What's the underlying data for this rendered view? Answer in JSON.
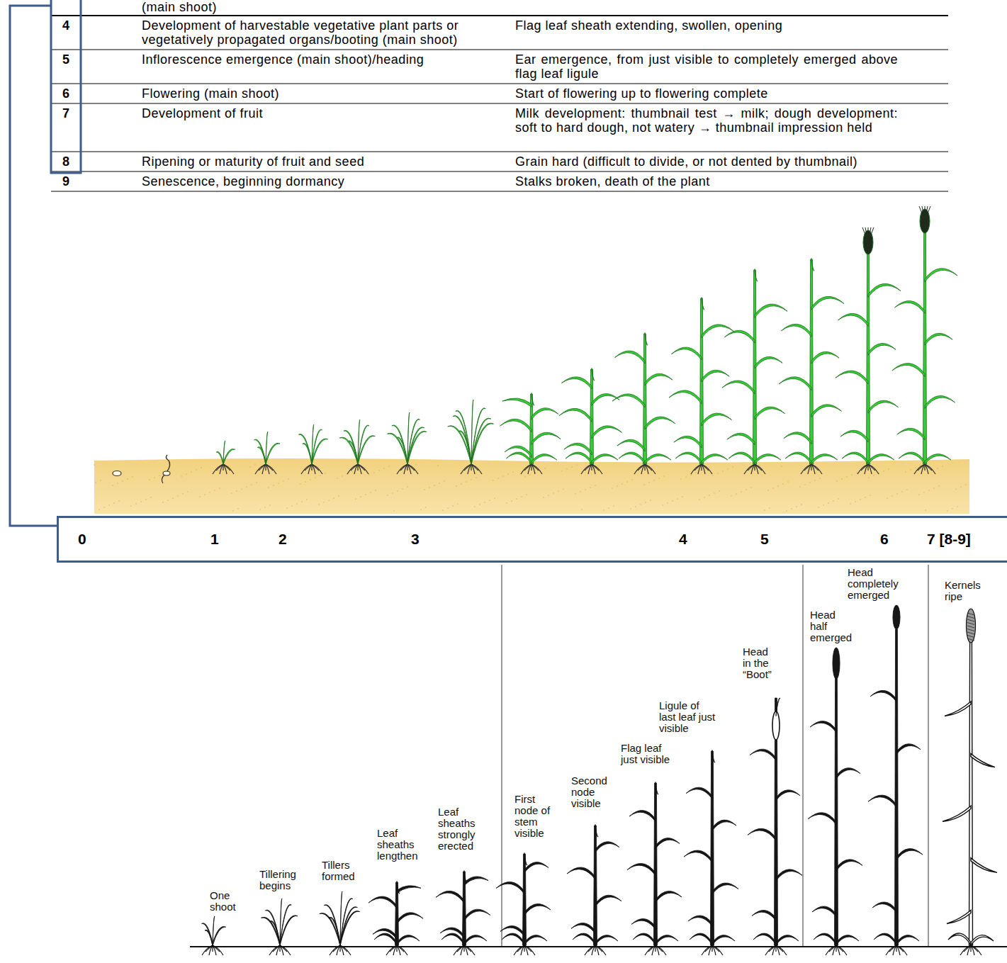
{
  "diagram": {
    "nodes": [
      {
        "text": [
          "0",
          "1",
          "2",
          "3",
          "4",
          "5",
          "6",
          "7 [8-9]"
        ]
      }
    ],
    "labels": [
      "(main shoot)",
      "4",
      "Development of harvestable vegetative plant parts or vegetatively propagated organs/booting (main shoot)",
      "Flag leaf sheath extending, swollen, opening",
      "5",
      "Inflorescence emergence (main shoot)/heading",
      "Ear emergence, from just visible to completely emerged above flag leaf ligule",
      "6",
      "Flowering (main shoot)",
      "Start of flowering up to flowering complete",
      "7",
      "Development of fruit",
      "Milk development: thumbnail test → milk; dough development: soft to hard dough, not watery → thumbnail impression held",
      "8",
      "Ripening or maturity of fruit and seed",
      "Grain hard (difficult to divide, or not dented by thumbnail)",
      "9",
      "Senescence, beginning dormancy",
      "Stalks broken, death of the plant",
      "One shoot",
      "Tillering begins",
      "Tillers formed",
      "Leaf sheaths lengthen",
      "Leaf sheaths strongly erected",
      "First node of stem visible",
      "Second node visible",
      "Flag leaf just visible",
      "Ligule of last leaf just visible",
      "Head in the “Boot”",
      "Head half emerged",
      "Head completely emerged",
      "Kernels ripe"
    ]
  }
}
